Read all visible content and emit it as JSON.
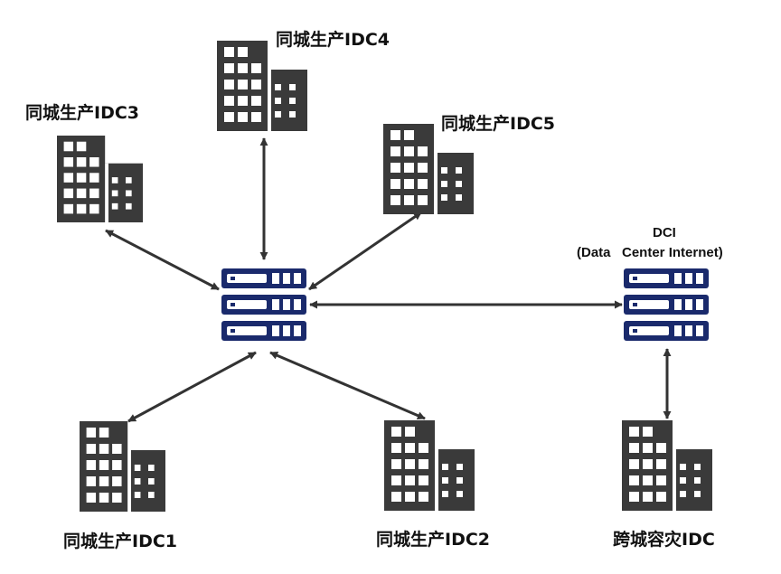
{
  "labels": {
    "idc1": "同城生产IDC1",
    "idc2": "同城生产IDC2",
    "idc3": "同城生产IDC3",
    "idc4": "同城生产IDC4",
    "idc5": "同城生产IDC5",
    "dr": "跨城容灾IDC",
    "dci_line1": "DCI",
    "dci_line2": "(Data   Center Internet)"
  },
  "icons": {
    "building": "building-icon",
    "switch": "switch-icon"
  },
  "colors": {
    "building": "#3a3a3a",
    "switch": "#1a2a6c",
    "arrow": "#333333"
  }
}
